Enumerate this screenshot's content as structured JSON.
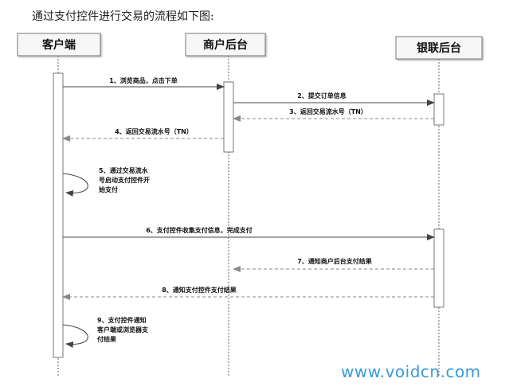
{
  "intro_text": "通过支付控件进行交易的流程如下图:",
  "actors": [
    {
      "id": "client",
      "label": "客户端"
    },
    {
      "id": "merchant",
      "label": "商户后台"
    },
    {
      "id": "unionpay",
      "label": "银联后台"
    }
  ],
  "messages": [
    {
      "label": "1、浏览商品，点击下单"
    },
    {
      "label": "2、提交订单信息"
    },
    {
      "label": "3、返回交易流水号（TN）"
    },
    {
      "label": "4、返回交易流水号（TN）"
    },
    {
      "label": [
        "5、通过交易流水",
        "号启动支付控件开",
        "始支付"
      ]
    },
    {
      "label": "6、支付控件收集支付信息，完成支付"
    },
    {
      "label": "7、通知商户后台支付结果"
    },
    {
      "label": "8、通知支付控件支付结果"
    },
    {
      "label": [
        "9、支付控件通知",
        "客户端或浏览器支",
        "付结果"
      ]
    }
  ],
  "watermark": "www.voidcn.com"
}
